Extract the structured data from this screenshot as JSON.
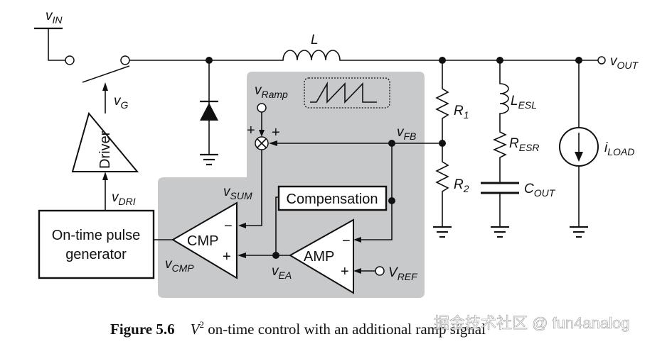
{
  "labels": {
    "vin": {
      "main": "v",
      "sub": "IN"
    },
    "vg": {
      "main": "v",
      "sub": "G"
    },
    "vdri": {
      "main": "v",
      "sub": "DRI"
    },
    "inductor": "L",
    "vout": {
      "main": "v",
      "sub": "OUT"
    },
    "vramp": {
      "main": "v",
      "sub": "Ramp"
    },
    "vfb": {
      "main": "v",
      "sub": "FB"
    },
    "vsum": {
      "main": "v",
      "sub": "SUM"
    },
    "vcmp": {
      "main": "v",
      "sub": "CMP"
    },
    "vea": {
      "main": "v",
      "sub": "EA"
    },
    "vref": {
      "main": "V",
      "sub": "REF"
    },
    "r1": {
      "main": "R",
      "sub": "1"
    },
    "r2": {
      "main": "R",
      "sub": "2"
    },
    "lesl": {
      "main": "L",
      "sub": "ESL"
    },
    "resr": {
      "main": "R",
      "sub": "ESR"
    },
    "cout": {
      "main": "C",
      "sub": "OUT"
    },
    "iload": {
      "main": "i",
      "sub": "LOAD"
    },
    "plus": "+",
    "minus": "−"
  },
  "blocks": {
    "driver": "Driver",
    "pulse_gen_line1": "On-time pulse",
    "pulse_gen_line2": "generator",
    "cmp": "CMP",
    "amp": "AMP",
    "compensation": "Compensation"
  },
  "caption": {
    "number": "Figure 5.6",
    "v": "V",
    "sup": "2",
    "text": " on-time control with an additional ramp signal"
  },
  "watermark": "掘金技术社区 @ fun4analog",
  "colors": {
    "control_region": "#c8c9cb"
  }
}
